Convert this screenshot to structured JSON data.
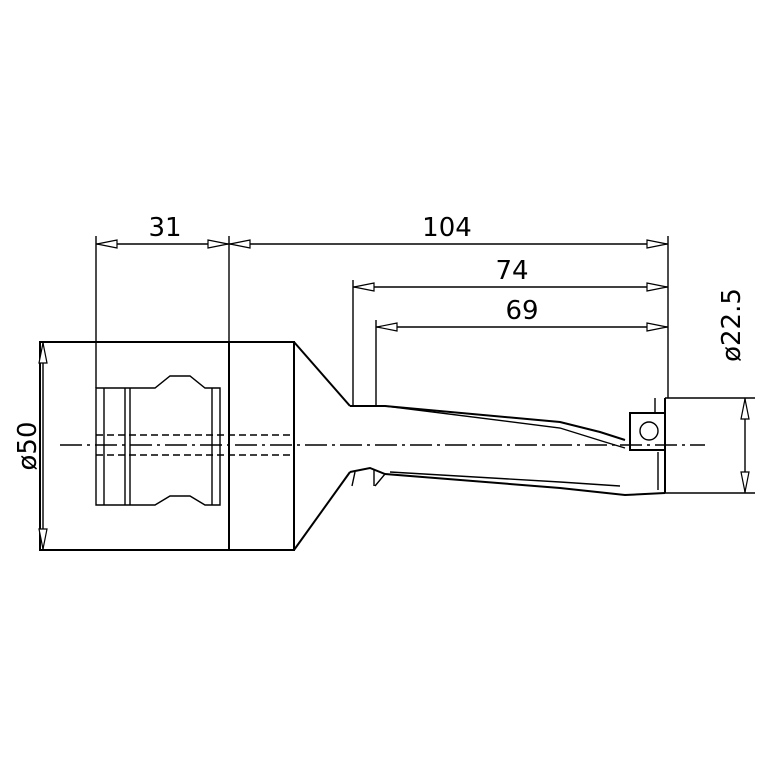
{
  "drawing": {
    "dimensions": {
      "shank_length": "31",
      "overall_length": "104",
      "flute_length": "74",
      "usable_depth": "69",
      "shank_diameter": "ø50",
      "drill_diameter": "ø22.5"
    }
  }
}
